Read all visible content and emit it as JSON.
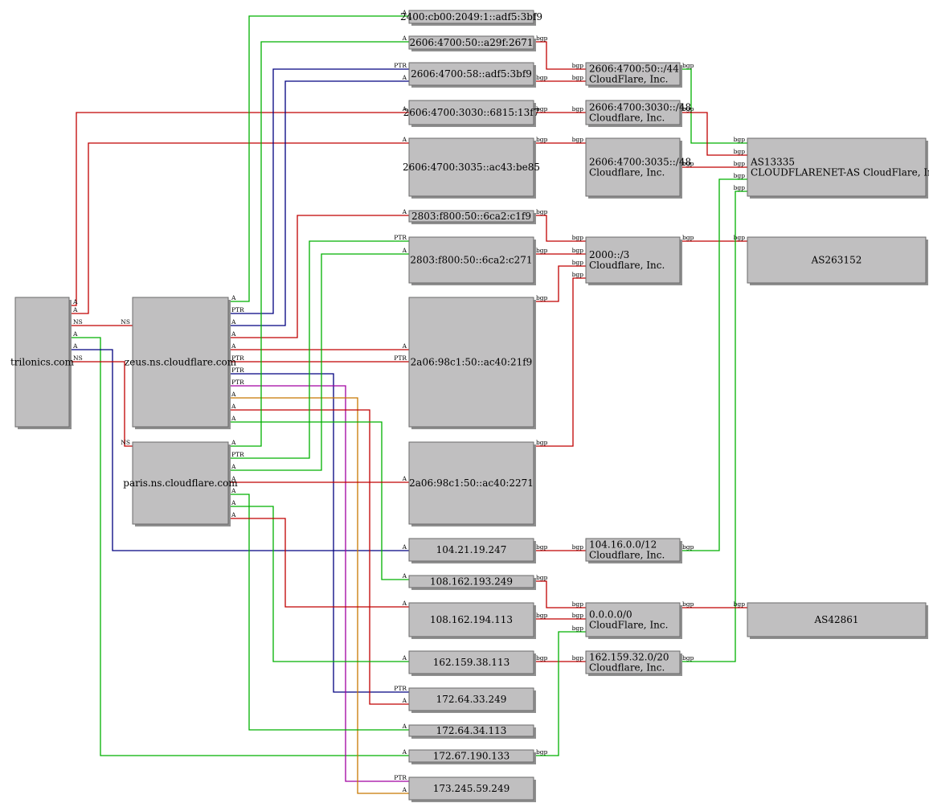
{
  "colors": {
    "red": "#c00000",
    "green": "#00b000",
    "navy": "#000080",
    "magenta": "#a000a0",
    "orange": "#c87800",
    "node_fill": "#c0bfc0"
  },
  "nodes": {
    "trilonics": {
      "lines": [
        "trilonics.com"
      ]
    },
    "zeus": {
      "lines": [
        "zeus.ns.cloudflare.com"
      ]
    },
    "paris": {
      "lines": [
        "paris.ns.cloudflare.com"
      ]
    },
    "ip_2400": {
      "lines": [
        "2400:cb00:2049:1::adf5:3bf9"
      ]
    },
    "ip_2606_a29f": {
      "lines": [
        "2606:4700:50::a29f:2671"
      ]
    },
    "ip_2606_58": {
      "lines": [
        "2606:4700:58::adf5:3bf9"
      ]
    },
    "ip_2606_3030": {
      "lines": [
        "2606:4700:3030::6815:13f7"
      ]
    },
    "ip_2606_3035": {
      "lines": [
        "2606:4700:3035::ac43:be85"
      ]
    },
    "ip_2803_c1f9": {
      "lines": [
        "2803:f800:50::6ca2:c1f9"
      ]
    },
    "ip_2803_c271": {
      "lines": [
        "2803:f800:50::6ca2:c271"
      ]
    },
    "ip_2a06_21f9": {
      "lines": [
        "2a06:98c1:50::ac40:21f9"
      ]
    },
    "ip_2a06_2271": {
      "lines": [
        "2a06:98c1:50::ac40:2271"
      ]
    },
    "ip_104": {
      "lines": [
        "104.21.19.247"
      ]
    },
    "ip_108_193": {
      "lines": [
        "108.162.193.249"
      ]
    },
    "ip_108_194": {
      "lines": [
        "108.162.194.113"
      ]
    },
    "ip_162": {
      "lines": [
        "162.159.38.113"
      ]
    },
    "ip_172_33": {
      "lines": [
        "172.64.33.249"
      ]
    },
    "ip_172_34": {
      "lines": [
        "172.64.34.113"
      ]
    },
    "ip_172_67": {
      "lines": [
        "172.67.190.133"
      ]
    },
    "ip_173": {
      "lines": [
        "173.245.59.249"
      ]
    },
    "pfx_2606_50": {
      "lines": [
        "2606:4700:50::/44",
        "CloudFlare, Inc."
      ]
    },
    "pfx_2606_3030": {
      "lines": [
        "2606:4700:3030::/48",
        "Cloudflare, Inc."
      ]
    },
    "pfx_2606_3035": {
      "lines": [
        "2606:4700:3035::/48",
        "Cloudflare, Inc."
      ]
    },
    "pfx_2000": {
      "lines": [
        "2000::/3",
        "Cloudflare, Inc."
      ]
    },
    "pfx_104": {
      "lines": [
        "104.16.0.0/12",
        "Cloudflare, Inc."
      ]
    },
    "pfx_0000": {
      "lines": [
        "0.0.0.0/0",
        "CloudFlare, Inc."
      ]
    },
    "pfx_162": {
      "lines": [
        "162.159.32.0/20",
        "Cloudflare, Inc."
      ]
    },
    "as13335": {
      "lines": [
        "AS13335",
        "CLOUDFLARENET-AS CloudFlare, Inc."
      ]
    },
    "as263152": {
      "lines": [
        "AS263152"
      ]
    },
    "as42861": {
      "lines": [
        "AS42861"
      ]
    }
  },
  "edges": [
    {
      "from": "trilonics",
      "to": "ip_2606_3030",
      "label": "A",
      "color": "red"
    },
    {
      "from": "trilonics",
      "to": "ip_2606_3035",
      "label": "A",
      "color": "red"
    },
    {
      "from": "trilonics",
      "to": "zeus",
      "label": "NS",
      "color": "red"
    },
    {
      "from": "trilonics",
      "to": "ip_172_67",
      "label": "A",
      "color": "green"
    },
    {
      "from": "trilonics",
      "to": "ip_104",
      "label": "A",
      "color": "navy"
    },
    {
      "from": "trilonics",
      "to": "paris",
      "label": "NS",
      "color": "red"
    },
    {
      "from": "zeus",
      "to": "ip_2400",
      "label": "A",
      "color": "green"
    },
    {
      "from": "zeus",
      "to": "ip_2606_58",
      "label": "PTR",
      "color": "navy"
    },
    {
      "from": "zeus",
      "to": "ip_2606_58",
      "label": "A",
      "color": "navy"
    },
    {
      "from": "zeus",
      "to": "ip_2803_c1f9",
      "label": "A",
      "color": "red"
    },
    {
      "from": "zeus",
      "to": "ip_2a06_21f9",
      "label": "A",
      "color": "red"
    },
    {
      "from": "zeus",
      "to": "ip_2a06_21f9",
      "label": "PTR",
      "color": "red"
    },
    {
      "from": "zeus",
      "to": "ip_172_33",
      "label": "PTR",
      "color": "navy"
    },
    {
      "from": "zeus",
      "to": "ip_173",
      "label": "PTR",
      "color": "magenta"
    },
    {
      "from": "zeus",
      "to": "ip_173",
      "label": "A",
      "color": "orange"
    },
    {
      "from": "zeus",
      "to": "ip_172_33",
      "label": "A",
      "color": "red"
    },
    {
      "from": "zeus",
      "to": "ip_108_193",
      "label": "A",
      "color": "green"
    },
    {
      "from": "paris",
      "to": "ip_2606_a29f",
      "label": "A",
      "color": "green"
    },
    {
      "from": "paris",
      "to": "ip_2803_c271",
      "label": "PTR",
      "color": "green"
    },
    {
      "from": "paris",
      "to": "ip_2803_c271",
      "label": "A",
      "color": "green"
    },
    {
      "from": "paris",
      "to": "ip_2a06_2271",
      "label": "A",
      "color": "red"
    },
    {
      "from": "paris",
      "to": "ip_172_34",
      "label": "A",
      "color": "green"
    },
    {
      "from": "paris",
      "to": "ip_162",
      "label": "A",
      "color": "green"
    },
    {
      "from": "paris",
      "to": "ip_108_194",
      "label": "A",
      "color": "red"
    },
    {
      "from": "ip_2606_a29f",
      "to": "pfx_2606_50",
      "label": "bgp",
      "color": "red"
    },
    {
      "from": "ip_2606_58",
      "to": "pfx_2606_50",
      "label": "bgp",
      "color": "red"
    },
    {
      "from": "ip_2606_3030",
      "to": "pfx_2606_3030",
      "label": "bgp",
      "color": "red"
    },
    {
      "from": "ip_2606_3035",
      "to": "pfx_2606_3035",
      "label": "bgp",
      "color": "red"
    },
    {
      "from": "ip_2803_c1f9",
      "to": "pfx_2000",
      "label": "bgp",
      "color": "red"
    },
    {
      "from": "ip_2803_c271",
      "to": "pfx_2000",
      "label": "bgp",
      "color": "red"
    },
    {
      "from": "ip_2a06_21f9",
      "to": "pfx_2000",
      "label": "bgp",
      "color": "red"
    },
    {
      "from": "ip_2a06_2271",
      "to": "pfx_2000",
      "label": "bgp",
      "color": "red"
    },
    {
      "from": "ip_104",
      "to": "pfx_104",
      "label": "bgp",
      "color": "red"
    },
    {
      "from": "ip_108_193",
      "to": "pfx_0000",
      "label": "bgp",
      "color": "red"
    },
    {
      "from": "ip_108_194",
      "to": "pfx_0000",
      "label": "bgp",
      "color": "red"
    },
    {
      "from": "ip_162",
      "to": "pfx_162",
      "label": "bgp",
      "color": "red"
    },
    {
      "from": "ip_172_67",
      "to": "pfx_0000",
      "label": "bgp",
      "color": "green"
    },
    {
      "from": "pfx_2606_50",
      "to": "as13335",
      "label": "bgp",
      "color": "green"
    },
    {
      "from": "pfx_2606_3030",
      "to": "as13335",
      "label": "bgp",
      "color": "red"
    },
    {
      "from": "pfx_2606_3035",
      "to": "as13335",
      "label": "bgp",
      "color": "red"
    },
    {
      "from": "pfx_2000",
      "to": "as263152",
      "label": "bgp",
      "color": "red"
    },
    {
      "from": "pfx_104",
      "to": "as13335",
      "label": "bgp",
      "color": "green"
    },
    {
      "from": "pfx_162",
      "to": "as13335",
      "label": "bgp",
      "color": "green"
    },
    {
      "from": "pfx_0000",
      "to": "as42861",
      "label": "bgp",
      "color": "red"
    }
  ]
}
